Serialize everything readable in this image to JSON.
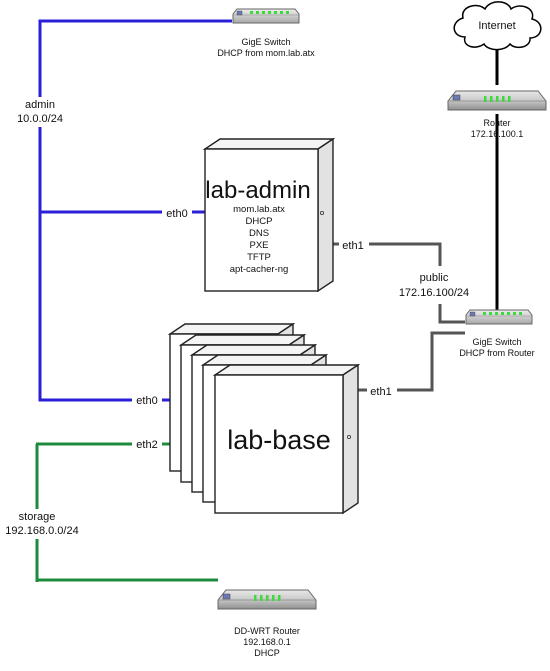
{
  "cloud": {
    "label": "Internet"
  },
  "router": {
    "name": "Router",
    "ip": "172.16.100.1"
  },
  "switch_admin": {
    "name": "GigE Switch",
    "note": "DHCP from mom.lab.atx"
  },
  "switch_public": {
    "name": "GigE Switch",
    "note": "DHCP from Router"
  },
  "dd_wrt": {
    "name": "DD-WRT Router",
    "ip": "192.168.0.1",
    "note": "DHCP"
  },
  "networks": {
    "admin": {
      "name": "admin",
      "cidr": "10.0.0/24"
    },
    "public": {
      "name": "public",
      "cidr": "172.16.100/24"
    },
    "storage": {
      "name": "storage",
      "cidr": "192.168.0.0/24"
    }
  },
  "lab_admin": {
    "title": "lab-admin",
    "services": [
      "mom.lab.atx",
      "DHCP",
      "DNS",
      "PXE",
      "TFTP",
      "apt-cacher-ng"
    ],
    "eth0": "eth0",
    "eth1": "eth1"
  },
  "lab_base": {
    "title": "lab-base",
    "eth0": "eth0",
    "eth1": "eth1",
    "eth2": "eth2"
  },
  "colors": {
    "admin_line": "#2a1fd6",
    "public_line": "#555555",
    "storage_line": "#1e8a3c",
    "internet_line": "#000000",
    "led": "#3ed93e"
  }
}
